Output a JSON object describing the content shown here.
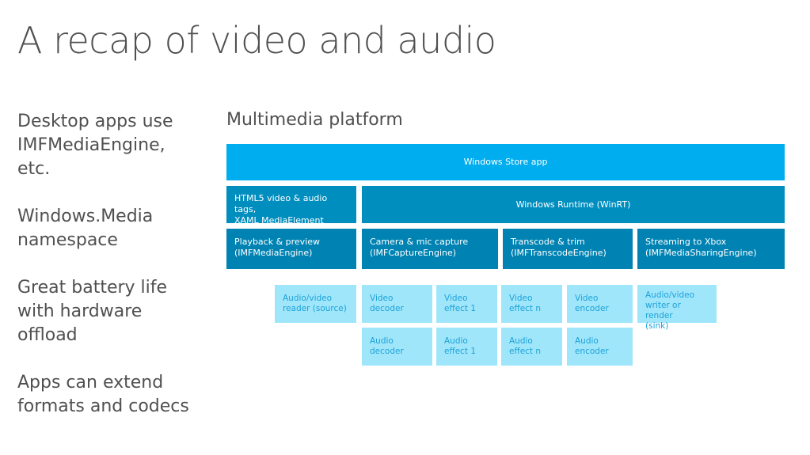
{
  "slide": {
    "title": "A recap of video and audio",
    "bullets": [
      "Desktop apps use\nIMFMediaEngine,\netc.",
      "Windows.Media\nnamespace",
      "Great battery life\nwith hardware\noffload",
      "Apps can extend\nformats and codecs"
    ]
  },
  "diagram": {
    "title": "Multimedia platform",
    "store_app": "Windows Store app",
    "html5": "HTML5 video & audio tags,\nXAML MediaElement",
    "winrt": "Windows Runtime (WinRT)",
    "engines": {
      "playback": "Playback & preview\n(IMFMediaEngine)",
      "capture": "Camera & mic capture\n(IMFCaptureEngine)",
      "transcode": "Transcode & trim\n(IMFTranscodeEngine)",
      "streaming": "Streaming to Xbox\n(IMFMediaSharingEngine)"
    },
    "components": {
      "reader": "Audio/video\nreader (source)",
      "video_decoder": "Video\ndecoder",
      "video_effect_1": "Video\neffect 1",
      "video_effect_n": "Video\neffect n",
      "video_encoder": "Video\nencoder",
      "writer": "Audio/video\nwriter or render\n(sink)",
      "audio_decoder": "Audio\ndecoder",
      "audio_effect_1": "Audio\neffect 1",
      "audio_effect_n": "Audio\neffect n",
      "audio_encoder": "Audio\nencoder"
    },
    "colors": {
      "store_app": "#00adef",
      "runtime": "#008ebf",
      "engines": "#0083b3",
      "components": "#a0e6fb",
      "component_text": "#1ba2d8"
    }
  }
}
